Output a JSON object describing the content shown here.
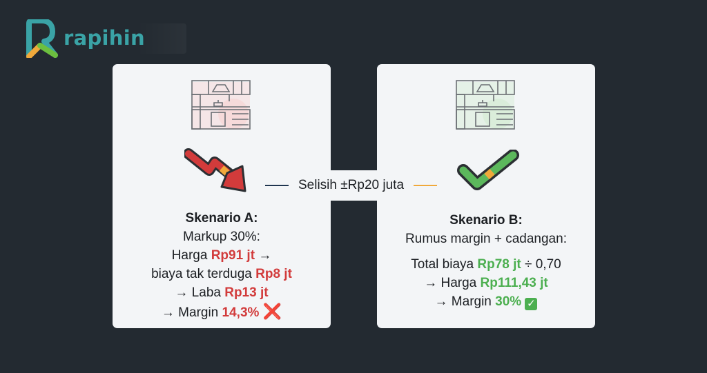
{
  "brand": {
    "name": "rapihin",
    "logo_icon": "rapihin-logo-icon",
    "color": "#3aa3a6"
  },
  "scenario_a": {
    "icon": "kitchen-cabinet-icon",
    "trend_icon": "trend-down-arrow-icon",
    "title": "Skenario A:",
    "line1": "Markup 30%:",
    "line2_prefix": "Harga ",
    "line2_value": "Rp91 jt",
    "line2_suffix": " →",
    "line3_prefix": "biaya tak terduga ",
    "line3_value": "Rp8 jt",
    "line4_prefix": "→ Laba ",
    "line4_value": "Rp13 jt",
    "line5_prefix": "→ Margin ",
    "line5_value": "14,3%",
    "line5_mark": "❌",
    "accent": "#d23b3b"
  },
  "scenario_b": {
    "icon": "kitchen-cabinet-icon",
    "check_icon": "checkmark-icon",
    "title": "Skenario B:",
    "line1": "Rumus margin + cadangan:",
    "line2_prefix": "Total biaya ",
    "line2_value": "Rp78 jt",
    "line2_suffix": " ÷ 0,70",
    "line3_prefix": "→ Harga ",
    "line3_value": "Rp111,43 jt",
    "line4_prefix": "→ Margin ",
    "line4_value": "30%",
    "line4_mark": "✓",
    "accent": "#4caf50"
  },
  "difference": {
    "label": "Selisih ±Rp20 juta"
  }
}
